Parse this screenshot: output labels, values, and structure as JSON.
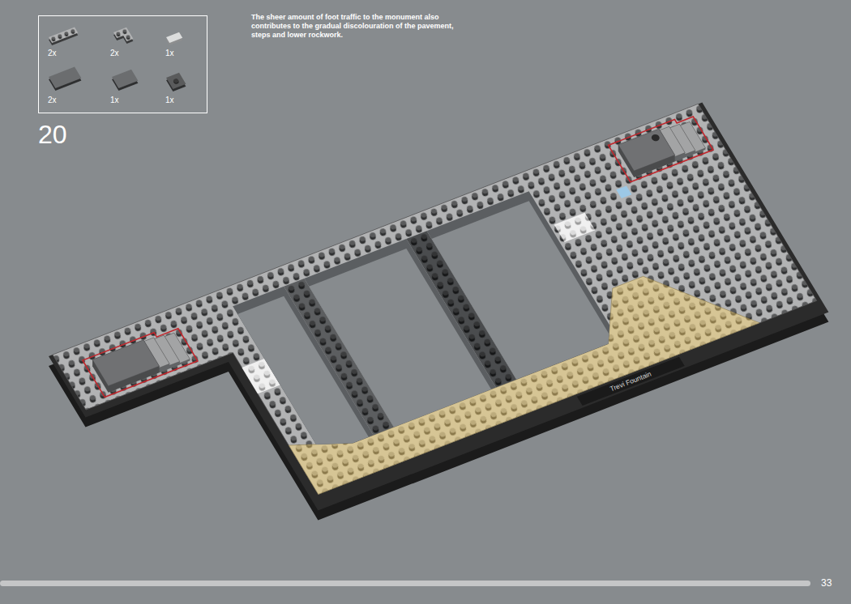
{
  "diagram": {
    "nodes": [
      {
        "text": [
          "2x",
          "2x",
          "1x",
          "2x",
          "1x",
          "1x"
        ]
      }
    ],
    "labels": [
      "20",
      "The sheer amount of foot traffic to the monument also contributes to the gradual discolouration of the pavement, steps and lower rockwork.",
      "Trevi Fountain",
      "33"
    ]
  }
}
